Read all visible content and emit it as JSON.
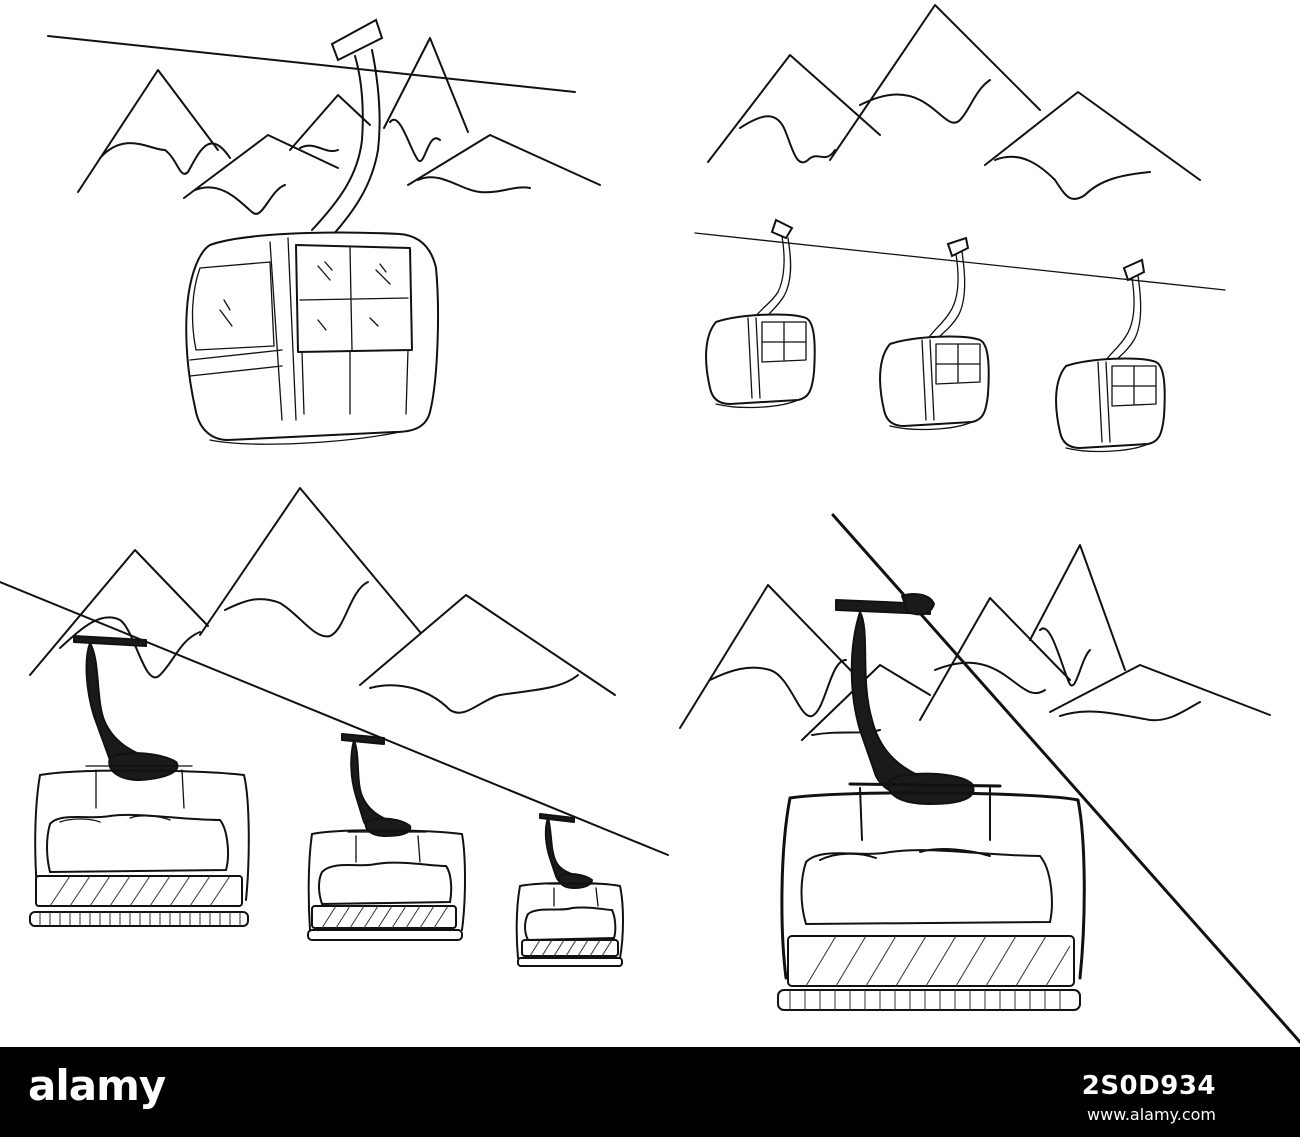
{
  "illustration": {
    "panels": [
      {
        "subject": "single-gondola-cabin"
      },
      {
        "subject": "three-gondola-cabins"
      },
      {
        "subject": "three-chairlifts"
      },
      {
        "subject": "single-chairlift"
      }
    ],
    "line_color": "#111111",
    "background_color": "#ffffff"
  },
  "footer": {
    "brand": "alamy",
    "image_id": "2S0D934",
    "url": "www.alamy.com",
    "background_color": "#000000",
    "text_color": "#ffffff"
  }
}
